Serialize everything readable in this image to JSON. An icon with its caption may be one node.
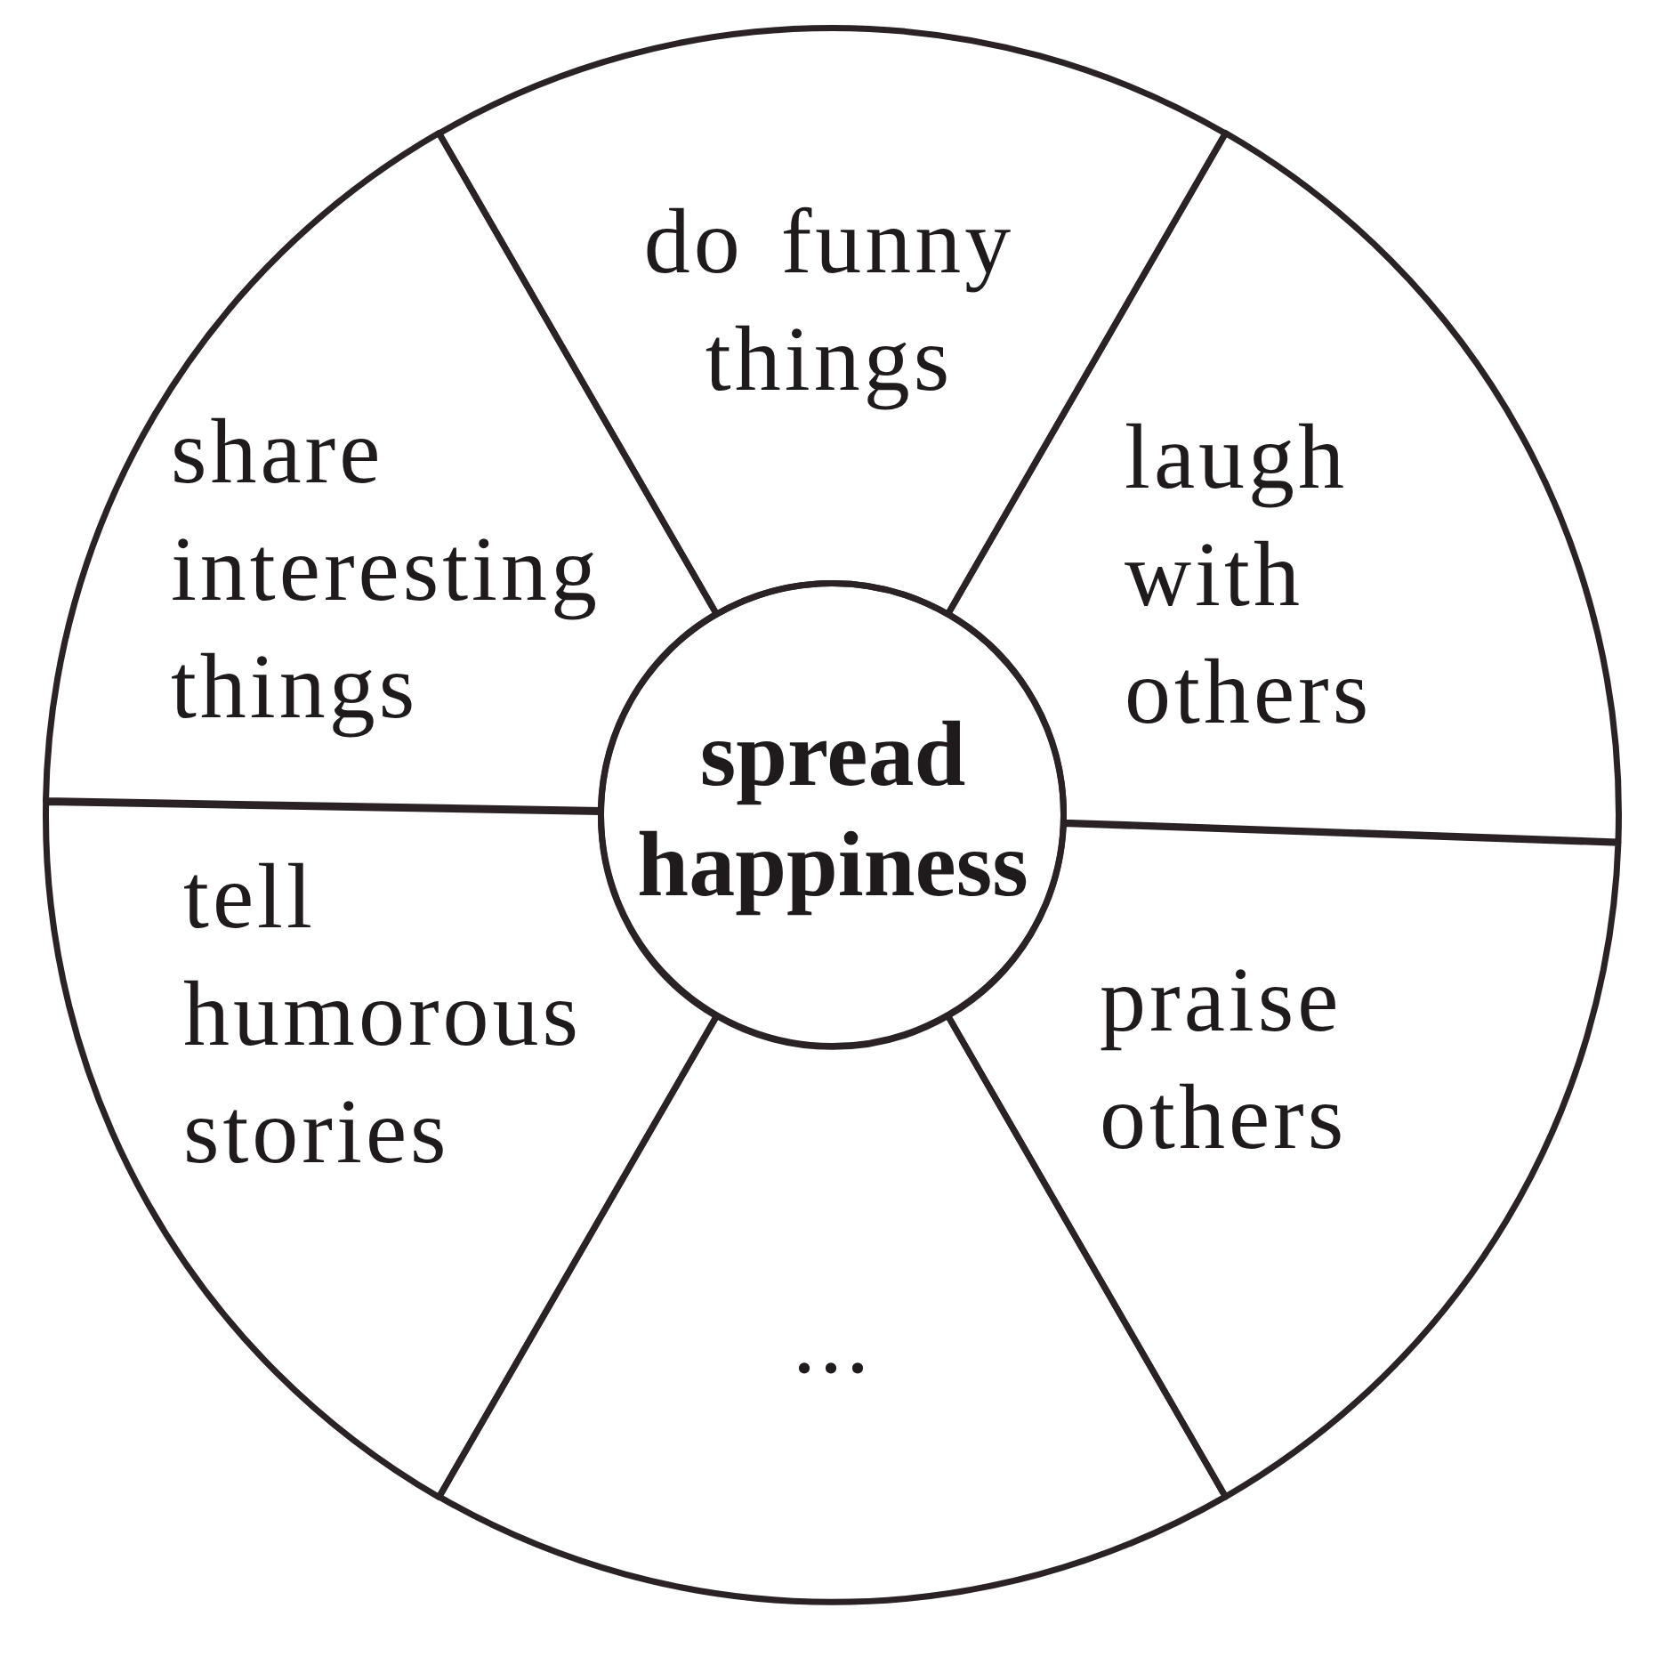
{
  "diagram": {
    "nodes": [
      {
        "text": [
          "do funny things"
        ]
      },
      {
        "text": [
          "share interesting things"
        ]
      },
      {
        "text": [
          "laugh with others"
        ]
      },
      {
        "text": [
          "spread happiness"
        ]
      },
      {
        "text": [
          "tell humorous stories"
        ]
      },
      {
        "text": [
          "praise others"
        ]
      },
      {
        "text": [
          "..."
        ]
      }
    ]
  }
}
